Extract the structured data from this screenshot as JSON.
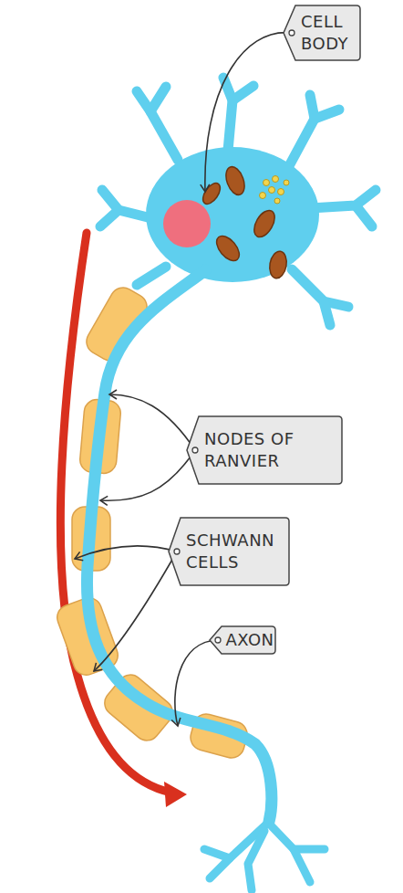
{
  "diagram": {
    "nodes": [
      {
        "text": [
          "CELL BODY"
        ]
      },
      {
        "text": [
          "NODES OF RANVIER"
        ]
      },
      {
        "text": [
          "SCHWANN CELLS"
        ]
      },
      {
        "text": [
          "AXON"
        ]
      }
    ]
  }
}
